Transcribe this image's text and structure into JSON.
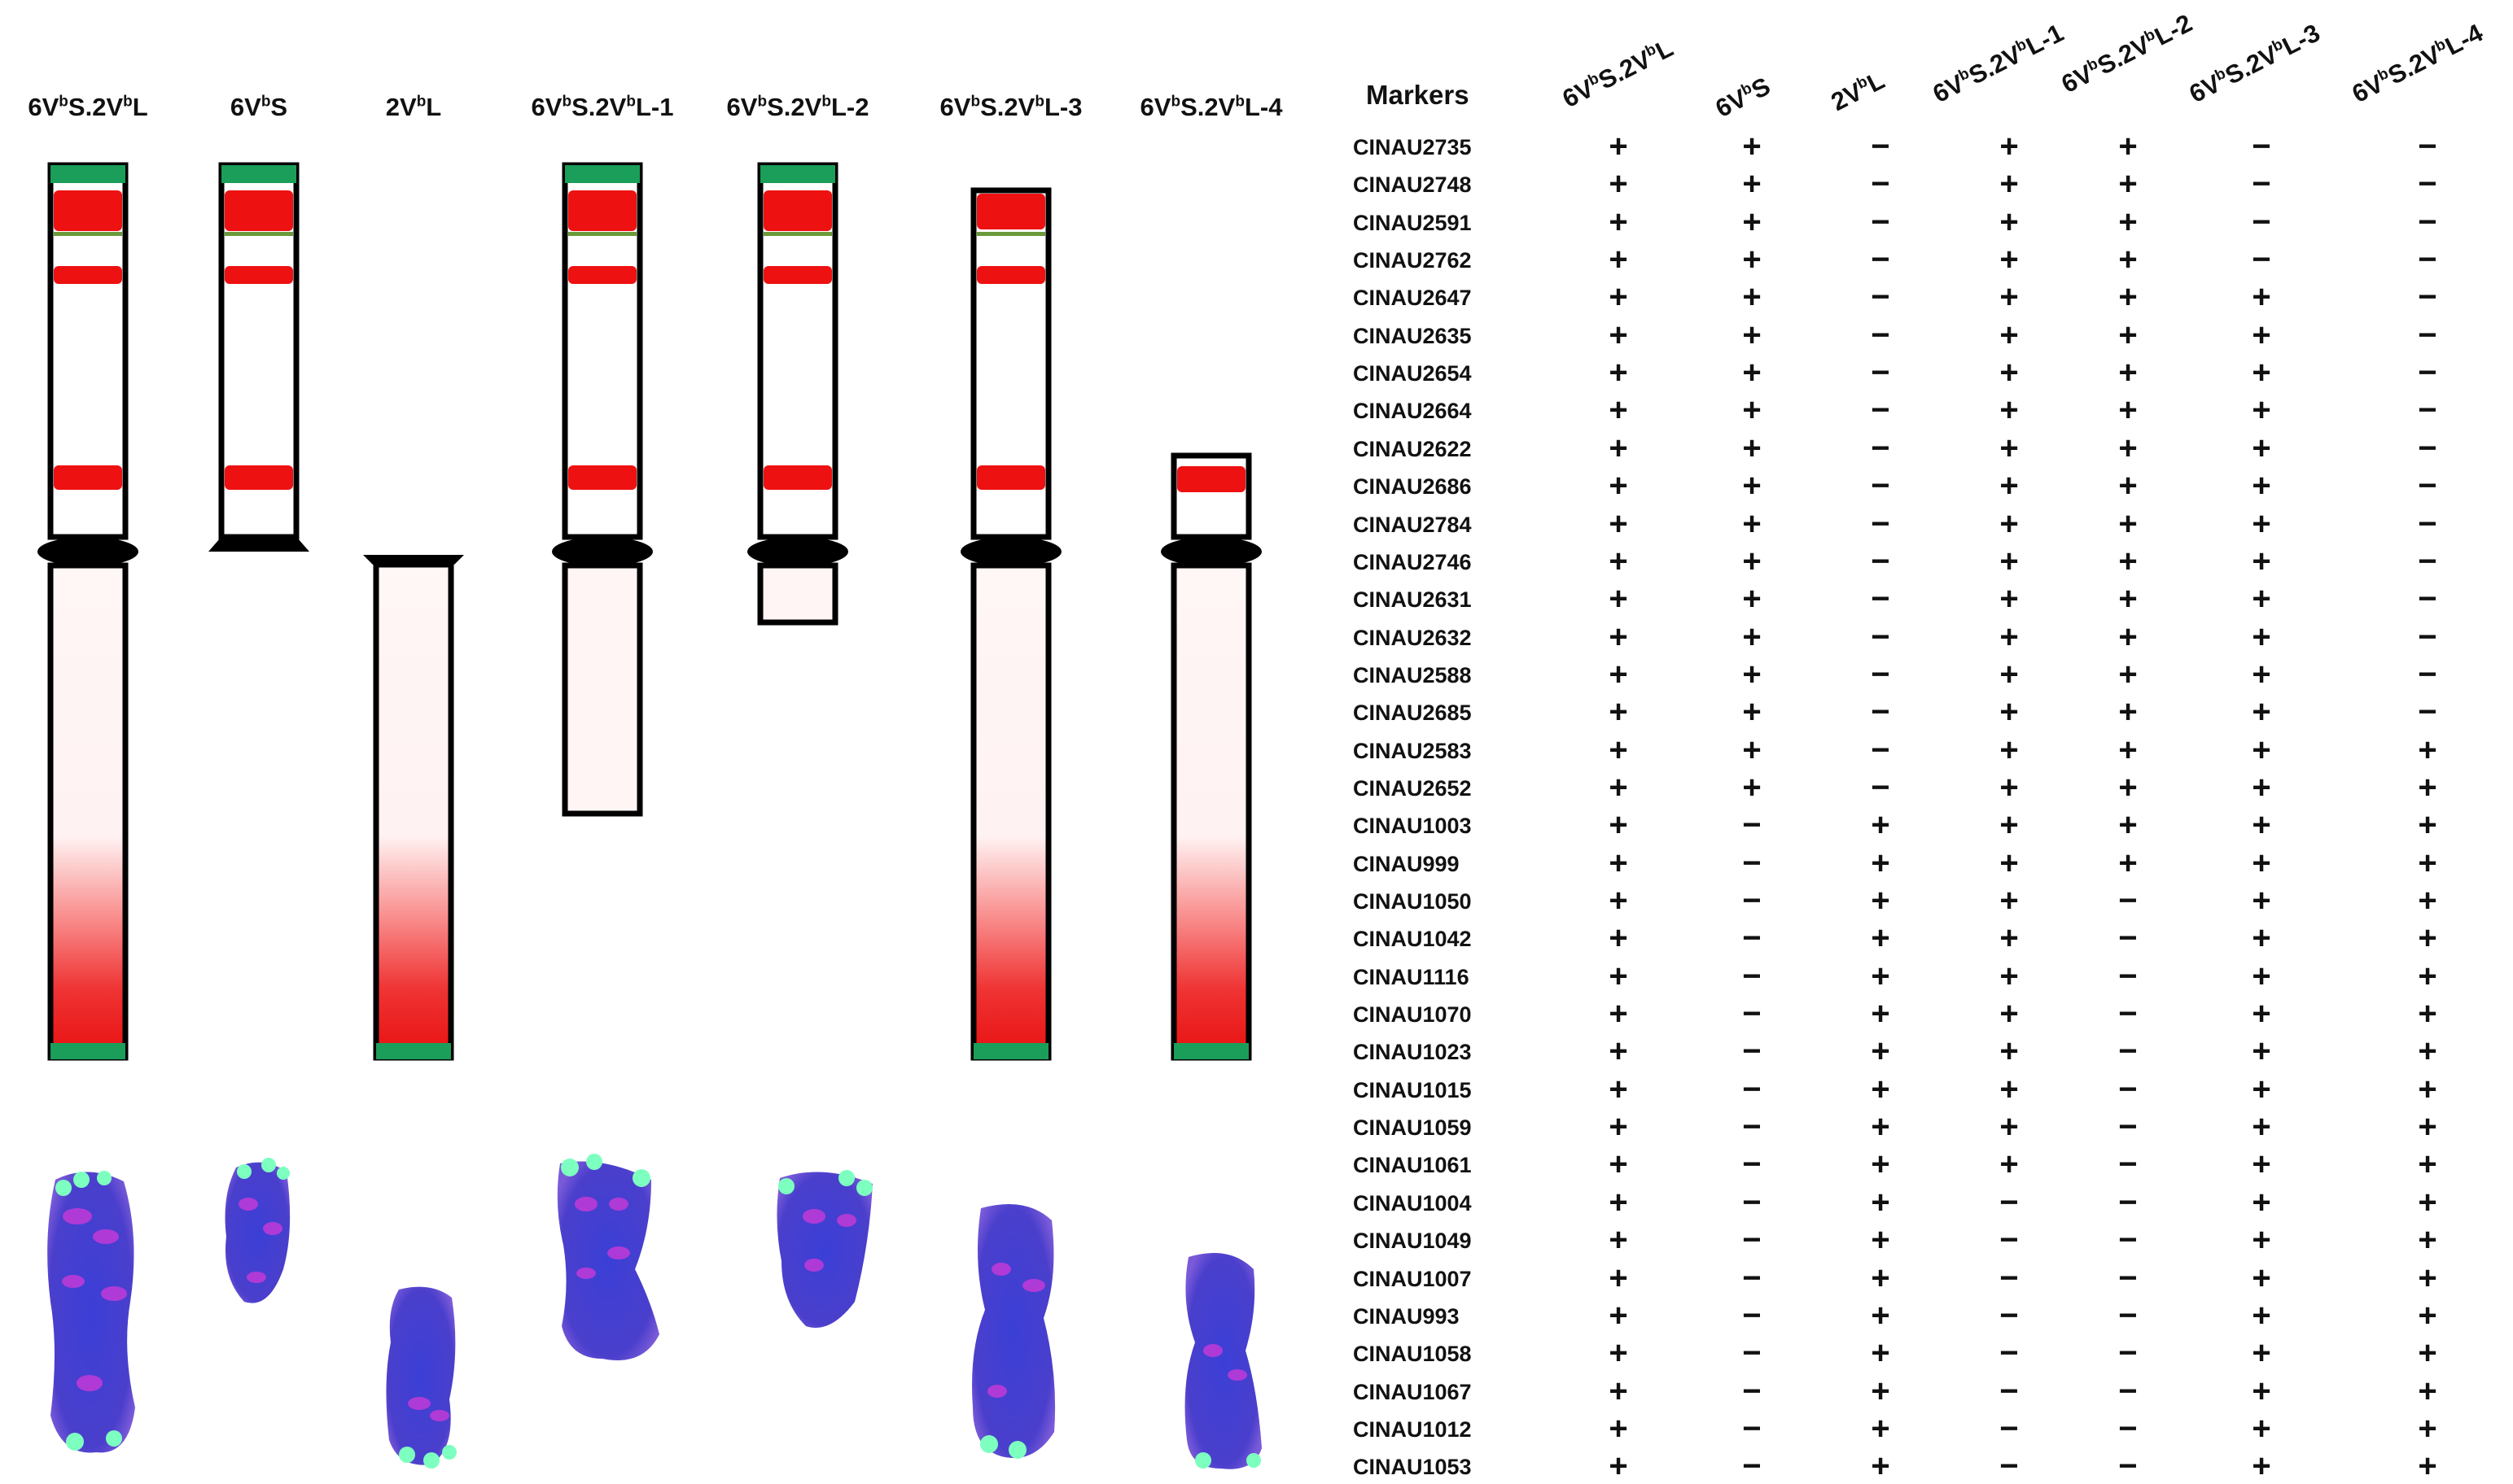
{
  "chromosomes": [
    {
      "label": "6VbS.2VbL"
    },
    {
      "label": "6VbS"
    },
    {
      "label": "2VbL"
    },
    {
      "label": "6VbS.2VbL-1"
    },
    {
      "label": "6VbS.2VbL-2"
    },
    {
      "label": "6VbS.2VbL-3"
    },
    {
      "label": "6VbS.2VbL-4"
    }
  ],
  "colors": {
    "telomere_green": "#1a9e5a",
    "signal_red": "#ee1111",
    "centromere": "#000000",
    "arm_outline": "#000000",
    "gradient_light": "#fff4f4",
    "gradient_red": "#ee1010",
    "fish_blue": "#3a3ad0",
    "fish_magenta": "#d040d0",
    "fish_green": "#6dffb0"
  },
  "table": {
    "header": "Markers",
    "columns": [
      "6VbS.2VbL",
      "6VbS",
      "2VbL",
      "6VbS.2VbL-1",
      "6VbS.2VbL-2",
      "6VbS.2VbL-3",
      "6VbS.2VbL-4"
    ],
    "rows": [
      {
        "marker": "CINAU2735",
        "v": [
          "+",
          "+",
          "−",
          "+",
          "+",
          "−",
          "−"
        ]
      },
      {
        "marker": "CINAU2748",
        "v": [
          "+",
          "+",
          "−",
          "+",
          "+",
          "−",
          "−"
        ]
      },
      {
        "marker": "CINAU2591",
        "v": [
          "+",
          "+",
          "−",
          "+",
          "+",
          "−",
          "−"
        ]
      },
      {
        "marker": "CINAU2762",
        "v": [
          "+",
          "+",
          "−",
          "+",
          "+",
          "−",
          "−"
        ]
      },
      {
        "marker": "CINAU2647",
        "v": [
          "+",
          "+",
          "−",
          "+",
          "+",
          "+",
          "−"
        ]
      },
      {
        "marker": "CINAU2635",
        "v": [
          "+",
          "+",
          "−",
          "+",
          "+",
          "+",
          "−"
        ]
      },
      {
        "marker": "CINAU2654",
        "v": [
          "+",
          "+",
          "−",
          "+",
          "+",
          "+",
          "−"
        ]
      },
      {
        "marker": "CINAU2664",
        "v": [
          "+",
          "+",
          "−",
          "+",
          "+",
          "+",
          "−"
        ]
      },
      {
        "marker": "CINAU2622",
        "v": [
          "+",
          "+",
          "−",
          "+",
          "+",
          "+",
          "−"
        ]
      },
      {
        "marker": "CINAU2686",
        "v": [
          "+",
          "+",
          "−",
          "+",
          "+",
          "+",
          "−"
        ]
      },
      {
        "marker": "CINAU2784",
        "v": [
          "+",
          "+",
          "−",
          "+",
          "+",
          "+",
          "−"
        ]
      },
      {
        "marker": "CINAU2746",
        "v": [
          "+",
          "+",
          "−",
          "+",
          "+",
          "+",
          "−"
        ]
      },
      {
        "marker": "CINAU2631",
        "v": [
          "+",
          "+",
          "−",
          "+",
          "+",
          "+",
          "−"
        ]
      },
      {
        "marker": "CINAU2632",
        "v": [
          "+",
          "+",
          "−",
          "+",
          "+",
          "+",
          "−"
        ]
      },
      {
        "marker": "CINAU2588",
        "v": [
          "+",
          "+",
          "−",
          "+",
          "+",
          "+",
          "−"
        ]
      },
      {
        "marker": "CINAU2685",
        "v": [
          "+",
          "+",
          "−",
          "+",
          "+",
          "+",
          "−"
        ]
      },
      {
        "marker": "CINAU2583",
        "v": [
          "+",
          "+",
          "−",
          "+",
          "+",
          "+",
          "+"
        ]
      },
      {
        "marker": "CINAU2652",
        "v": [
          "+",
          "+",
          "−",
          "+",
          "+",
          "+",
          "+"
        ]
      },
      {
        "marker": "CINAU1003",
        "v": [
          "+",
          "−",
          "+",
          "+",
          "+",
          "+",
          "+"
        ]
      },
      {
        "marker": "CINAU999",
        "v": [
          "+",
          "−",
          "+",
          "+",
          "+",
          "+",
          "+"
        ]
      },
      {
        "marker": "CINAU1050",
        "v": [
          "+",
          "−",
          "+",
          "+",
          "−",
          "+",
          "+"
        ]
      },
      {
        "marker": "CINAU1042",
        "v": [
          "+",
          "−",
          "+",
          "+",
          "−",
          "+",
          "+"
        ]
      },
      {
        "marker": "CINAU1116",
        "v": [
          "+",
          "−",
          "+",
          "+",
          "−",
          "+",
          "+"
        ]
      },
      {
        "marker": "CINAU1070",
        "v": [
          "+",
          "−",
          "+",
          "+",
          "−",
          "+",
          "+"
        ]
      },
      {
        "marker": "CINAU1023",
        "v": [
          "+",
          "−",
          "+",
          "+",
          "−",
          "+",
          "+"
        ]
      },
      {
        "marker": "CINAU1015",
        "v": [
          "+",
          "−",
          "+",
          "+",
          "−",
          "+",
          "+"
        ]
      },
      {
        "marker": "CINAU1059",
        "v": [
          "+",
          "−",
          "+",
          "+",
          "−",
          "+",
          "+"
        ]
      },
      {
        "marker": "CINAU1061",
        "v": [
          "+",
          "−",
          "+",
          "+",
          "−",
          "+",
          "+"
        ]
      },
      {
        "marker": "CINAU1004",
        "v": [
          "+",
          "−",
          "+",
          "−",
          "−",
          "+",
          "+"
        ]
      },
      {
        "marker": "CINAU1049",
        "v": [
          "+",
          "−",
          "+",
          "−",
          "−",
          "+",
          "+"
        ]
      },
      {
        "marker": "CINAU1007",
        "v": [
          "+",
          "−",
          "+",
          "−",
          "−",
          "+",
          "+"
        ]
      },
      {
        "marker": "CINAU993",
        "v": [
          "+",
          "−",
          "+",
          "−",
          "−",
          "+",
          "+"
        ]
      },
      {
        "marker": "CINAU1058",
        "v": [
          "+",
          "−",
          "+",
          "−",
          "−",
          "+",
          "+"
        ]
      },
      {
        "marker": "CINAU1067",
        "v": [
          "+",
          "−",
          "+",
          "−",
          "−",
          "+",
          "+"
        ]
      },
      {
        "marker": "CINAU1012",
        "v": [
          "+",
          "−",
          "+",
          "−",
          "−",
          "+",
          "+"
        ]
      },
      {
        "marker": "CINAU1053",
        "v": [
          "+",
          "−",
          "+",
          "−",
          "−",
          "+",
          "+"
        ]
      }
    ]
  }
}
